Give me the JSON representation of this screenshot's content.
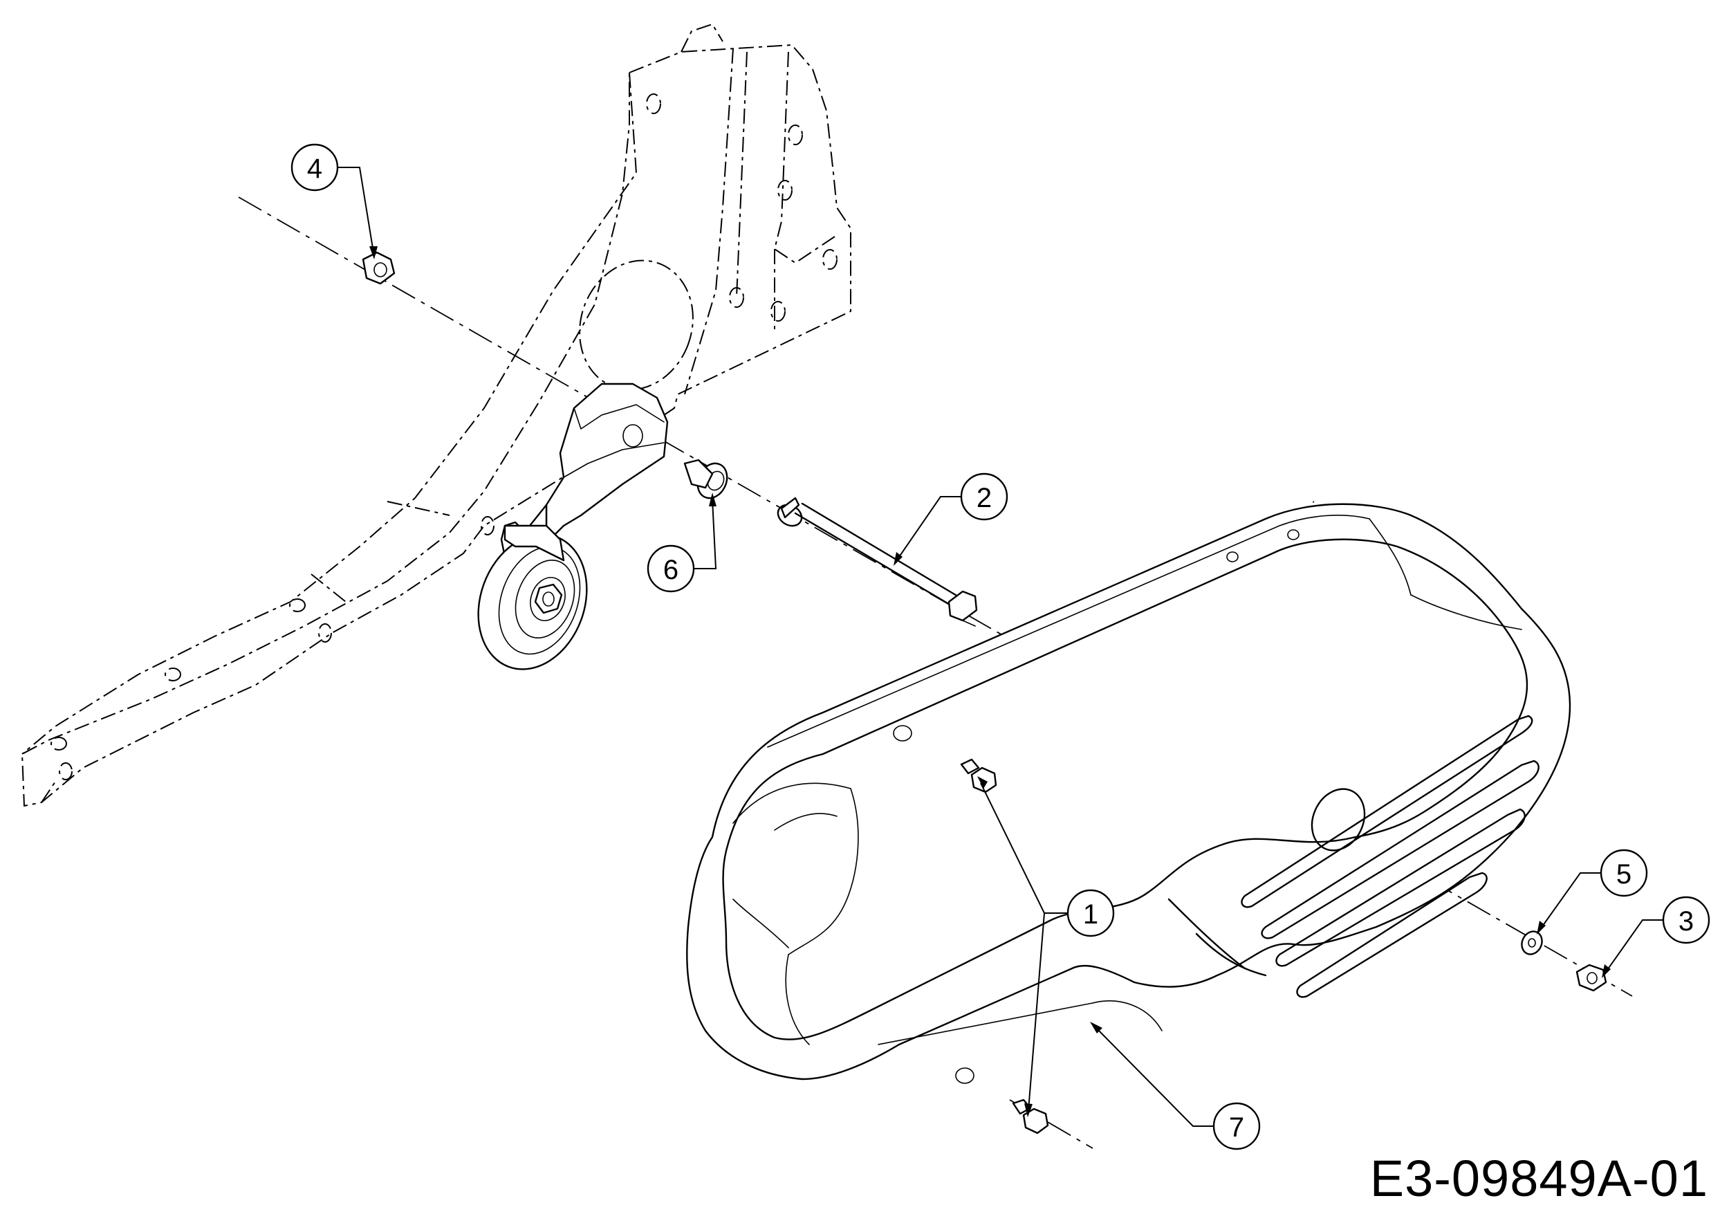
{
  "drawing_code": "E3-09849A-01",
  "callouts": [
    {
      "id": "1",
      "label": "1"
    },
    {
      "id": "2",
      "label": "2"
    },
    {
      "id": "3",
      "label": "3"
    },
    {
      "id": "4",
      "label": "4"
    },
    {
      "id": "5",
      "label": "5"
    },
    {
      "id": "6",
      "label": "6"
    },
    {
      "id": "7",
      "label": "7"
    }
  ]
}
